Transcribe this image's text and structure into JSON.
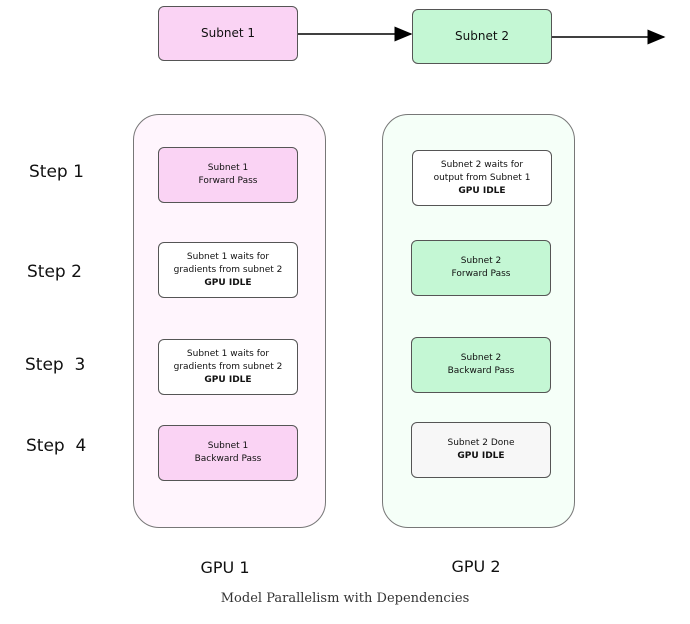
{
  "top": {
    "subnet1": "Subnet 1",
    "subnet2": "Subnet 2"
  },
  "steps": [
    "Step 1",
    "Step 2",
    "Step  3",
    "Step  4"
  ],
  "gpu1": {
    "label": "GPU 1",
    "cells": [
      {
        "line1": "Subnet 1",
        "line2": "Forward Pass",
        "bold": ""
      },
      {
        "line1": "Subnet 1 waits for",
        "line2": "gradients from subnet 2",
        "bold": "GPU IDLE"
      },
      {
        "line1": "Subnet 1 waits for",
        "line2": "gradients from subnet 2",
        "bold": "GPU IDLE"
      },
      {
        "line1": "Subnet 1",
        "line2": "Backward Pass",
        "bold": ""
      }
    ]
  },
  "gpu2": {
    "label": "GPU 2",
    "cells": [
      {
        "line1": "Subnet 2 waits for",
        "line2": "output from  Subnet 1",
        "bold": "GPU IDLE"
      },
      {
        "line1": "Subnet 2",
        "line2": "Forward Pass",
        "bold": ""
      },
      {
        "line1": "Subnet 2",
        "line2": "Backward Pass",
        "bold": ""
      },
      {
        "line1": "Subnet 2 Done",
        "line2": "",
        "bold": "GPU IDLE"
      }
    ]
  },
  "caption": "Model Parallelism with Dependencies",
  "colors": {
    "pink": "#fad3f4",
    "green": "#c4f7d4",
    "panel_pink": "#fff5fd",
    "panel_green": "#f5fff8"
  }
}
